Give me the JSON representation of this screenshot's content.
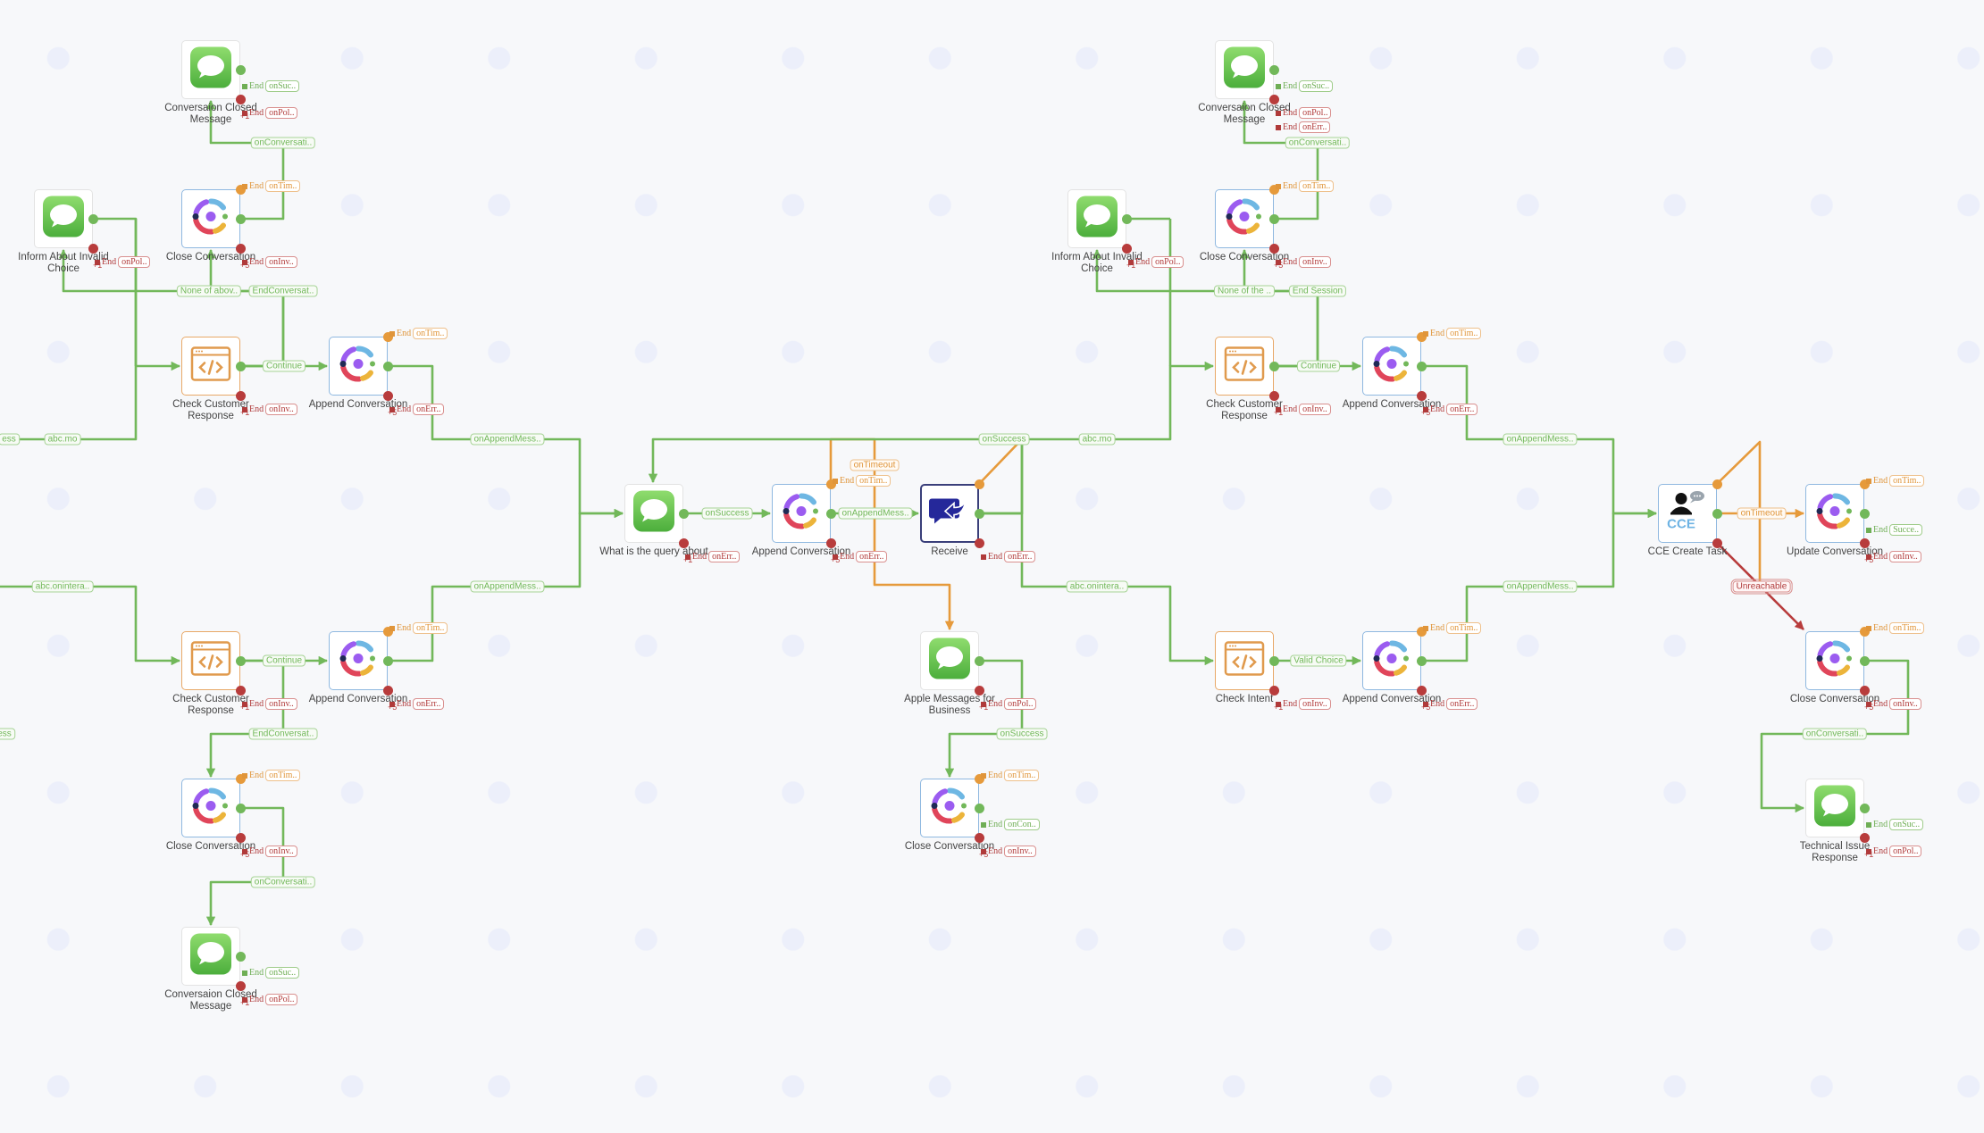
{
  "canvas": {
    "colors": {
      "success": "#72b85a",
      "timeout": "#e69a3b",
      "error": "#b83c3c",
      "background": "#f7f8fa"
    }
  },
  "nodes": [
    {
      "id": "n1",
      "type": "message",
      "label": "Conversaion Closed Message",
      "badge": "+1",
      "ends": [
        {
          "kind": "g",
          "text": "onSuc.."
        },
        {
          "kind": "r",
          "text": "onPol.."
        }
      ]
    },
    {
      "id": "n2",
      "type": "message",
      "label": "Inform About Invalid Choice",
      "badge": "+1",
      "ends": [
        {
          "kind": "r",
          "text": "onPol.."
        }
      ]
    },
    {
      "id": "n3",
      "type": "webex",
      "label": "Close Conversation",
      "badge": "+5",
      "ends": [
        {
          "kind": "o",
          "text": "onTim.."
        },
        {
          "kind": "r",
          "text": "onInv.."
        }
      ]
    },
    {
      "id": "n4",
      "type": "code",
      "label": "Check Customer Response",
      "badge": "+1",
      "ends": [
        {
          "kind": "r",
          "text": "onInv.."
        }
      ]
    },
    {
      "id": "n5",
      "type": "webex",
      "label": "Append Conversation",
      "badge": "+5",
      "ends": [
        {
          "kind": "o",
          "text": "onTim.."
        },
        {
          "kind": "r",
          "text": "onErr.."
        }
      ]
    },
    {
      "id": "n6",
      "type": "code",
      "label": "Check Customer Response",
      "badge": "+1",
      "ends": [
        {
          "kind": "r",
          "text": "onInv.."
        }
      ]
    },
    {
      "id": "n7",
      "type": "webex",
      "label": "Append Conversation",
      "badge": "+5",
      "ends": [
        {
          "kind": "o",
          "text": "onTim.."
        },
        {
          "kind": "r",
          "text": "onErr.."
        }
      ]
    },
    {
      "id": "n8",
      "type": "webex",
      "label": "Close Conversation",
      "badge": "+5",
      "ends": [
        {
          "kind": "o",
          "text": "onTim.."
        },
        {
          "kind": "r",
          "text": "onInv.."
        }
      ]
    },
    {
      "id": "n9",
      "type": "message",
      "label": "Conversaion Closed Message",
      "badge": "+1",
      "ends": [
        {
          "kind": "g",
          "text": "onSuc.."
        },
        {
          "kind": "r",
          "text": "onPol.."
        }
      ]
    },
    {
      "id": "n10",
      "type": "message",
      "label": "What is the query about",
      "badge": "+1",
      "ends": [
        {
          "kind": "r",
          "text": "onErr.."
        }
      ]
    },
    {
      "id": "n11",
      "type": "webex",
      "label": "Append Conversation",
      "badge": "+5",
      "ends": [
        {
          "kind": "o",
          "text": "onTim.."
        },
        {
          "kind": "r",
          "text": "onErr.."
        }
      ]
    },
    {
      "id": "n12",
      "type": "receive",
      "label": "Receive",
      "badge": "",
      "ends": [
        {
          "kind": "r",
          "text": "onErr.."
        }
      ]
    },
    {
      "id": "n13",
      "type": "message",
      "label": "Apple Messages for Business",
      "badge": "+1",
      "ends": [
        {
          "kind": "r",
          "text": "onPol.."
        }
      ]
    },
    {
      "id": "n14",
      "type": "webex",
      "label": "Close Conversation",
      "badge": "+5",
      "ends": [
        {
          "kind": "o",
          "text": "onTim.."
        },
        {
          "kind": "g",
          "text": "onCon.."
        },
        {
          "kind": "r",
          "text": "onInv.."
        }
      ]
    },
    {
      "id": "n15",
      "type": "message",
      "label": "Conversaion Closed Message",
      "badge": "",
      "ends": [
        {
          "kind": "g",
          "text": "onSuc.."
        },
        {
          "kind": "r",
          "text": "onPol.."
        },
        {
          "kind": "r",
          "text": "onErr.."
        }
      ]
    },
    {
      "id": "n16",
      "type": "message",
      "label": "Inform About Invalid Choice",
      "badge": "+1",
      "ends": [
        {
          "kind": "r",
          "text": "onPol.."
        }
      ]
    },
    {
      "id": "n17",
      "type": "webex",
      "label": "Close Conversation",
      "badge": "+5",
      "ends": [
        {
          "kind": "o",
          "text": "onTim.."
        },
        {
          "kind": "r",
          "text": "onInv.."
        }
      ]
    },
    {
      "id": "n18",
      "type": "code",
      "label": "Check Customer Response",
      "badge": "+1",
      "ends": [
        {
          "kind": "r",
          "text": "onInv.."
        }
      ]
    },
    {
      "id": "n19",
      "type": "webex",
      "label": "Append Conversation",
      "badge": "+5",
      "ends": [
        {
          "kind": "o",
          "text": "onTim.."
        },
        {
          "kind": "r",
          "text": "onErr.."
        }
      ]
    },
    {
      "id": "n20",
      "type": "code",
      "label": "Check Intent",
      "badge": "+1",
      "ends": [
        {
          "kind": "r",
          "text": "onInv.."
        }
      ]
    },
    {
      "id": "n21",
      "type": "webex",
      "label": "Append Conversation",
      "badge": "+5",
      "ends": [
        {
          "kind": "o",
          "text": "onTim.."
        },
        {
          "kind": "r",
          "text": "onErr.."
        }
      ]
    },
    {
      "id": "n22",
      "type": "cce",
      "label": "CCE Create Task",
      "badge": "",
      "ends": []
    },
    {
      "id": "n23",
      "type": "webex",
      "label": "Update Conversation",
      "badge": "+5",
      "ends": [
        {
          "kind": "o",
          "text": "onTim.."
        },
        {
          "kind": "g",
          "text": "Succe.."
        },
        {
          "kind": "r",
          "text": "onInv.."
        }
      ]
    },
    {
      "id": "n24",
      "type": "webex",
      "label": "Close Conversation",
      "badge": "+5",
      "ends": [
        {
          "kind": "o",
          "text": "onTim.."
        },
        {
          "kind": "r",
          "text": "onInv.."
        }
      ]
    },
    {
      "id": "n25",
      "type": "message",
      "label": "Technical Issue Response",
      "badge": "+1",
      "ends": [
        {
          "kind": "g",
          "text": "onSuc.."
        },
        {
          "kind": "r",
          "text": "onPol.."
        }
      ]
    }
  ],
  "edges": [
    {
      "from": "n3",
      "to": "n1",
      "label": "onConversati..",
      "kind": "g"
    },
    {
      "from": "n4",
      "to": "n2",
      "label": "None of abov..",
      "kind": "g"
    },
    {
      "from": "n4",
      "to": "n3",
      "label": "EndConversat..",
      "kind": "g"
    },
    {
      "from": "n4",
      "to": "n5",
      "label": "Continue",
      "kind": "g"
    },
    {
      "from": "n5",
      "to": "n10",
      "label": "onAppendMess..",
      "kind": "g"
    },
    {
      "from": "n6",
      "to": "n7",
      "label": "Continue",
      "kind": "g"
    },
    {
      "from": "n6",
      "to": "n8",
      "label": "EndConversat..",
      "kind": "g"
    },
    {
      "from": "n7",
      "to": "n10",
      "label": "onAppendMess..",
      "kind": "g"
    },
    {
      "from": "n8",
      "to": "n9",
      "label": "onConversati..",
      "kind": "g"
    },
    {
      "from": "n10",
      "to": "n11",
      "label": "onSuccess",
      "kind": "g"
    },
    {
      "from": "n11",
      "to": "n12",
      "label": "onAppendMess..",
      "kind": "g"
    },
    {
      "from": "n11",
      "to": "n13",
      "label": "onTimeout",
      "kind": "o"
    },
    {
      "from": "n12",
      "to": "n10",
      "label": "onSuccess",
      "kind": "g"
    },
    {
      "from": "n12",
      "to": "n18",
      "label": "abc.mo",
      "kind": "g"
    },
    {
      "from": "n12",
      "to": "n20",
      "label": "abc.onintera..",
      "kind": "g"
    },
    {
      "from": "n13",
      "to": "n14",
      "label": "onSuccess",
      "kind": "g"
    },
    {
      "from": "n17",
      "to": "n15",
      "label": "onConversati..",
      "kind": "g"
    },
    {
      "from": "n18",
      "to": "n16",
      "label": "None of the ..",
      "kind": "g"
    },
    {
      "from": "n18",
      "to": "n17",
      "label": "End Session",
      "kind": "g"
    },
    {
      "from": "n18",
      "to": "n19",
      "label": "Continue",
      "kind": "g"
    },
    {
      "from": "n19",
      "to": "n22",
      "label": "onAppendMess..",
      "kind": "g"
    },
    {
      "from": "n20",
      "to": "n21",
      "label": "Valid Choice",
      "kind": "g"
    },
    {
      "from": "n21",
      "to": "n22",
      "label": "onAppendMess..",
      "kind": "g"
    },
    {
      "from": "n22",
      "to": "n23",
      "label": "onTimeout",
      "kind": "o"
    },
    {
      "from": "n22",
      "to": "n24",
      "label": "Unreachable",
      "kind": "r"
    },
    {
      "from": "n24",
      "to": "n25",
      "label": "onConversati..",
      "kind": "g"
    }
  ],
  "offscreen_labels": [
    {
      "label": "ess",
      "kind": "g"
    },
    {
      "label": "abc.mo",
      "kind": "g"
    },
    {
      "label": "abc.onintera..",
      "kind": "g"
    },
    {
      "label": "ess",
      "kind": "g"
    }
  ],
  "end_word": "End"
}
